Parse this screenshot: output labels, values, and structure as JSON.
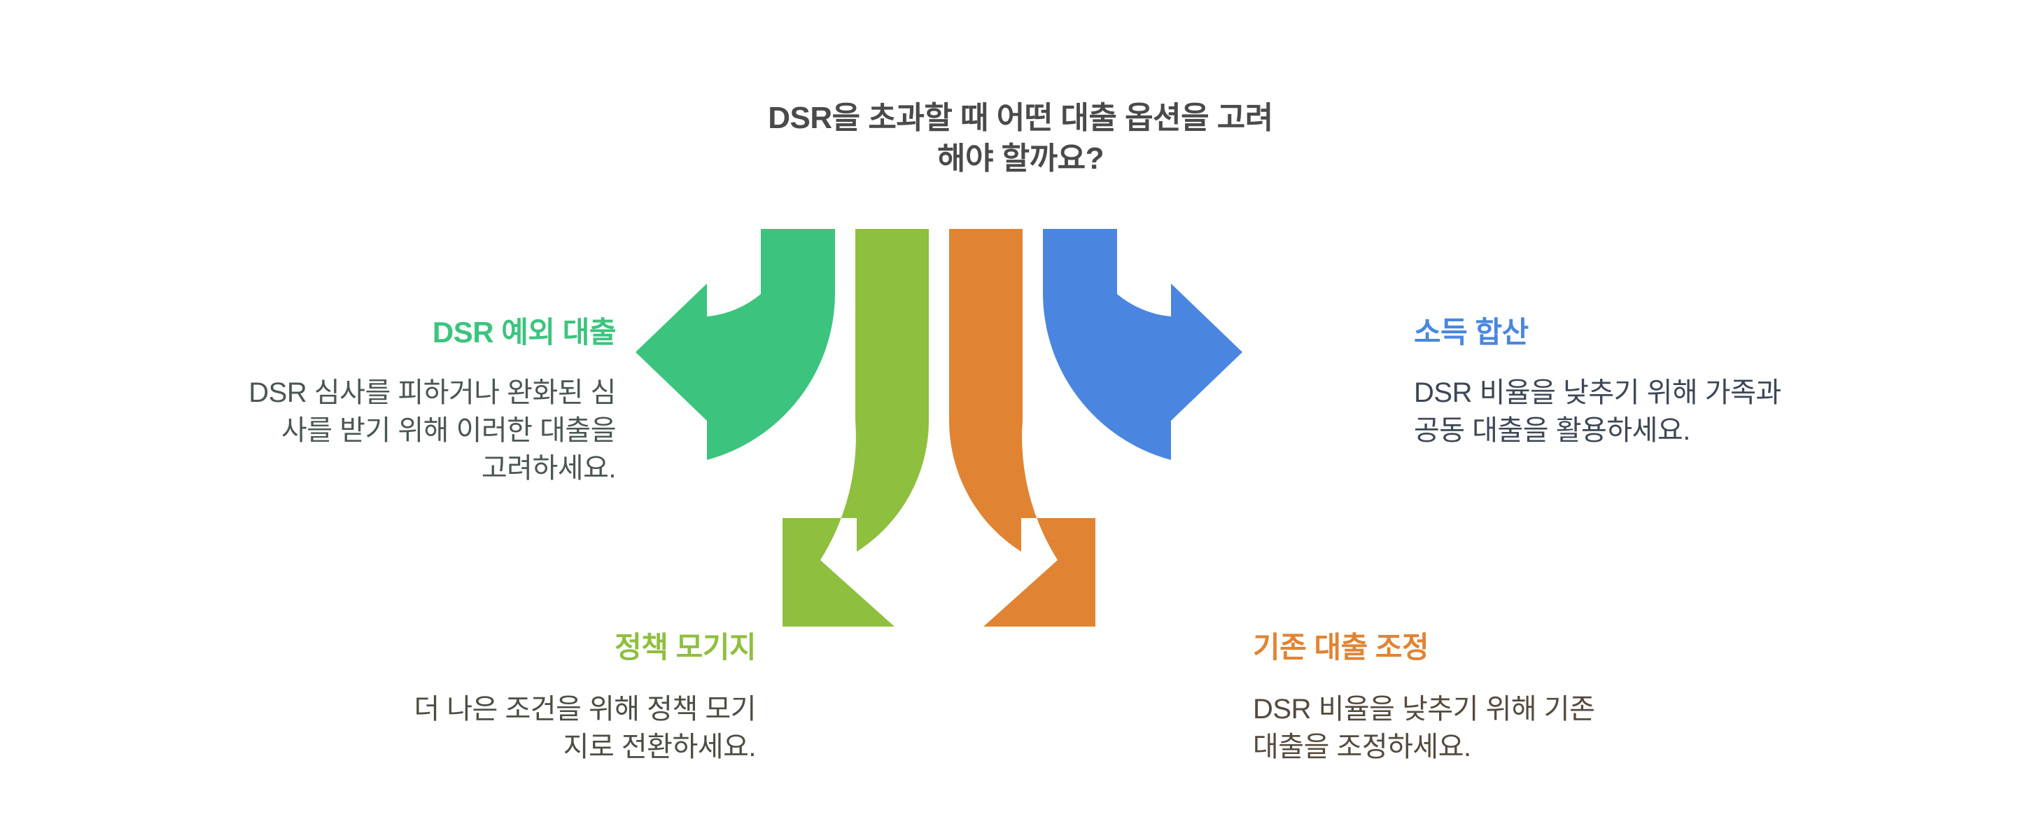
{
  "title": "DSR을 초과할 때 어떤 대출 옵션을 고려\n해야 할까요?",
  "colors": {
    "teal": "#3cc47e",
    "green": "#8fbf3f",
    "orange": "#e08434",
    "blue": "#4a86e0",
    "title_text": "#4a4a4a",
    "body_text": "#4b5451"
  },
  "nodes": [
    {
      "id": "dsr-exception-loan",
      "heading": "DSR 예외 대출",
      "body": "DSR 심사를 피하거나 완화된 심\n사를 받기 위해 이러한 대출을\n고려하세요.",
      "color": "#3cc47e",
      "direction": "left",
      "arrow_icon": "curved-arrow-left"
    },
    {
      "id": "policy-mortgage",
      "heading": "정책 모기지",
      "body": "더 나은 조건을 위해 정책 모기\n지로 전환하세요.",
      "color": "#8fbf3f",
      "direction": "down-left",
      "arrow_icon": "curved-arrow-down-left"
    },
    {
      "id": "existing-loan-adjustment",
      "heading": "기존 대출 조정",
      "body": "DSR 비율을 낮추기 위해 기존\n대출을 조정하세요.",
      "color": "#e08434",
      "direction": "down-right",
      "arrow_icon": "curved-arrow-down-right"
    },
    {
      "id": "income-aggregation",
      "heading": "소득 합산",
      "body": "DSR 비율을 낮추기 위해 가족과\n공동 대출을 활용하세요.",
      "color": "#4a86e0",
      "direction": "right",
      "arrow_icon": "curved-arrow-right"
    }
  ]
}
